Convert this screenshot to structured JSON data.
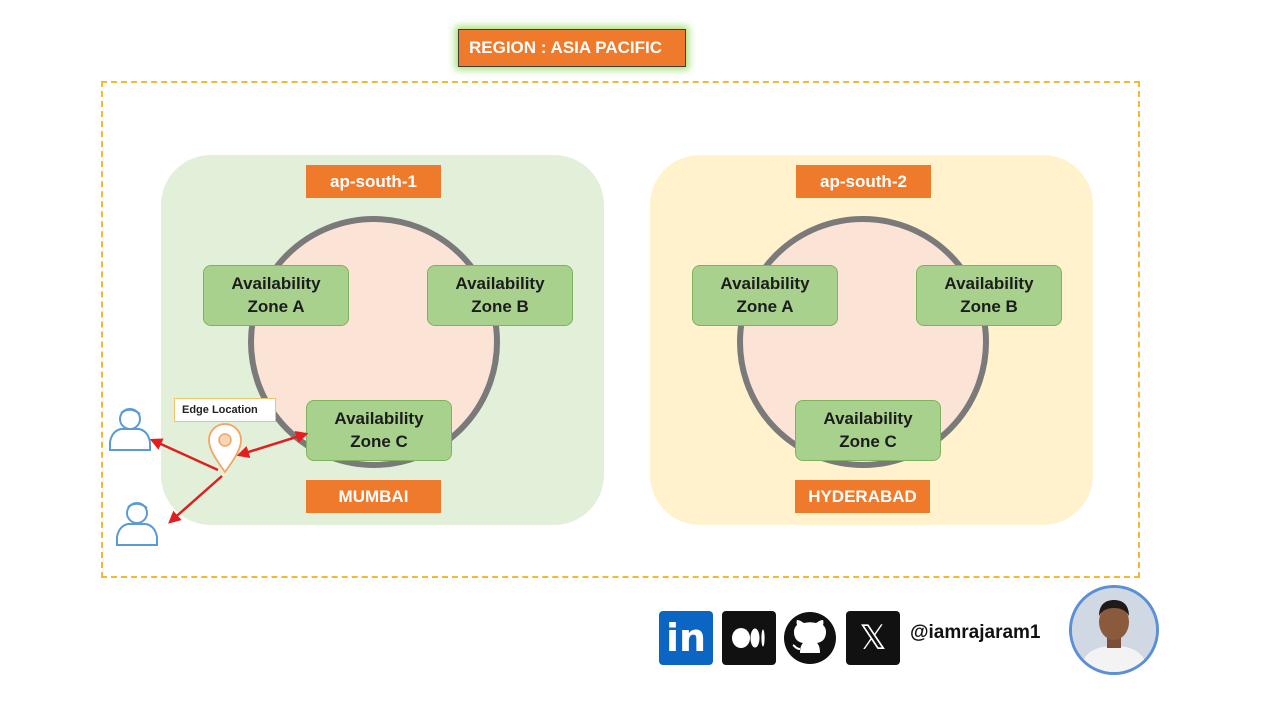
{
  "region": {
    "title": "REGION : ASIA PACIFIC"
  },
  "mumbai": {
    "region_code": "ap-south-1",
    "city": "MUMBAI",
    "zones": [
      {
        "line1": "Availability",
        "line2": "Zone A"
      },
      {
        "line1": "Availability",
        "line2": "Zone B"
      },
      {
        "line1": "Availability",
        "line2": "Zone C"
      }
    ]
  },
  "hyderabad": {
    "region_code": "ap-south-2",
    "city": "HYDERABAD",
    "zones": [
      {
        "line1": "Availability",
        "line2": "Zone A"
      },
      {
        "line1": "Availability",
        "line2": "Zone B"
      },
      {
        "line1": "Availability",
        "line2": "Zone C"
      }
    ]
  },
  "edge": {
    "label": "Edge Location"
  },
  "social": {
    "handle": "@iamrajaram1",
    "icons": [
      "linkedin-icon",
      "medium-icon",
      "github-icon",
      "x-icon"
    ],
    "linkedin_text": "in",
    "x_text": "𝕏"
  },
  "colors": {
    "orange": "#f07a2b",
    "zone_green": "#a9d18e",
    "mumbai_bg": "#e2f0d9",
    "hyderabad_bg": "#fff2cc",
    "ring_fill": "#fbe3d6",
    "ring_stroke": "#7a7a7a",
    "dash_border": "#f4b92f",
    "arrow_red": "#e02020",
    "user_blue": "#5b9bd5"
  }
}
